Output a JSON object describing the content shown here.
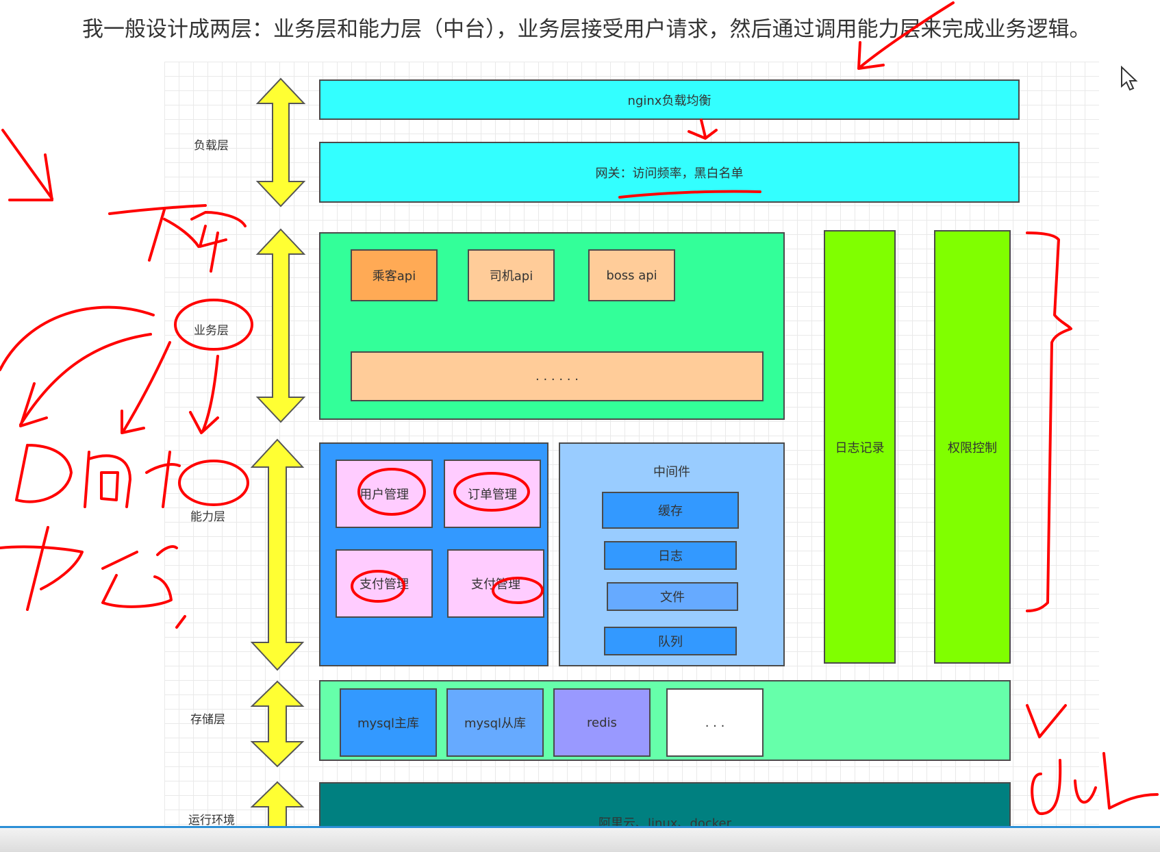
{
  "caption": "我一般设计成两层：业务层和能力层（中台），业务层接受用户请求，然后通过调用能力层来完成业务逻辑。",
  "layers": {
    "load": "负载层",
    "business": "业务层",
    "capability": "能力层",
    "storage": "存储层",
    "runtime": "运行环境"
  },
  "load_layer": {
    "nginx": "nginx负载均衡",
    "gateway": "网关：访问频率，黑白名单"
  },
  "business_layer": {
    "apis": [
      "乘客api",
      "司机api",
      "boss api"
    ],
    "more": ". . . . . ."
  },
  "capability_layer": {
    "modules": [
      "用户管理",
      "订单管理",
      "支付管理",
      "支付管理"
    ],
    "middleware_title": "中间件",
    "middleware": [
      "缓存",
      "日志",
      "文件",
      "队列"
    ]
  },
  "side_columns": {
    "logging": "日志记录",
    "permission": "权限控制"
  },
  "storage_layer": {
    "items": [
      "mysql主库",
      "mysql从库",
      "redis",
      ". . ."
    ]
  },
  "runtime_layer": {
    "text": "阿里云、linux、docker"
  },
  "colors": {
    "nginx": "#33ffff",
    "business_bg": "#33ff99",
    "capability_bg": "#3399ff",
    "middleware_bg": "#99ccff",
    "side_column": "#80ff00",
    "storage_bg": "#66ffaa",
    "runtime_bg": "#008080",
    "arrow_yellow": "#ffff33",
    "annotation_red": "#ff0000"
  }
}
